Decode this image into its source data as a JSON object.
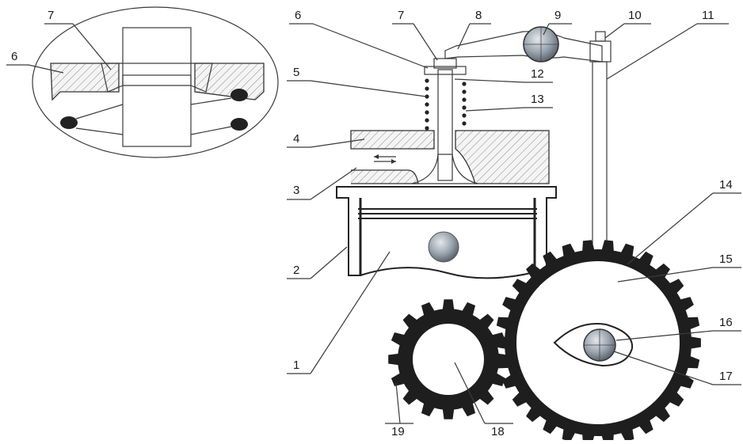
{
  "labels": {
    "l1": "1",
    "l2": "2",
    "l3": "3",
    "l4": "4",
    "l5": "5",
    "l6": "6",
    "l7": "7",
    "l8": "8",
    "l9": "9",
    "l10": "10",
    "l11": "11",
    "l12": "12",
    "l13": "13",
    "l14": "14",
    "l15": "15",
    "l16": "16",
    "l17": "17",
    "l18": "18",
    "l19": "19",
    "d6": "6",
    "d7": "7"
  },
  "colors": {
    "gear": "#1e1e1e",
    "ball": "#8f9aa6",
    "hatch": "#777777"
  }
}
